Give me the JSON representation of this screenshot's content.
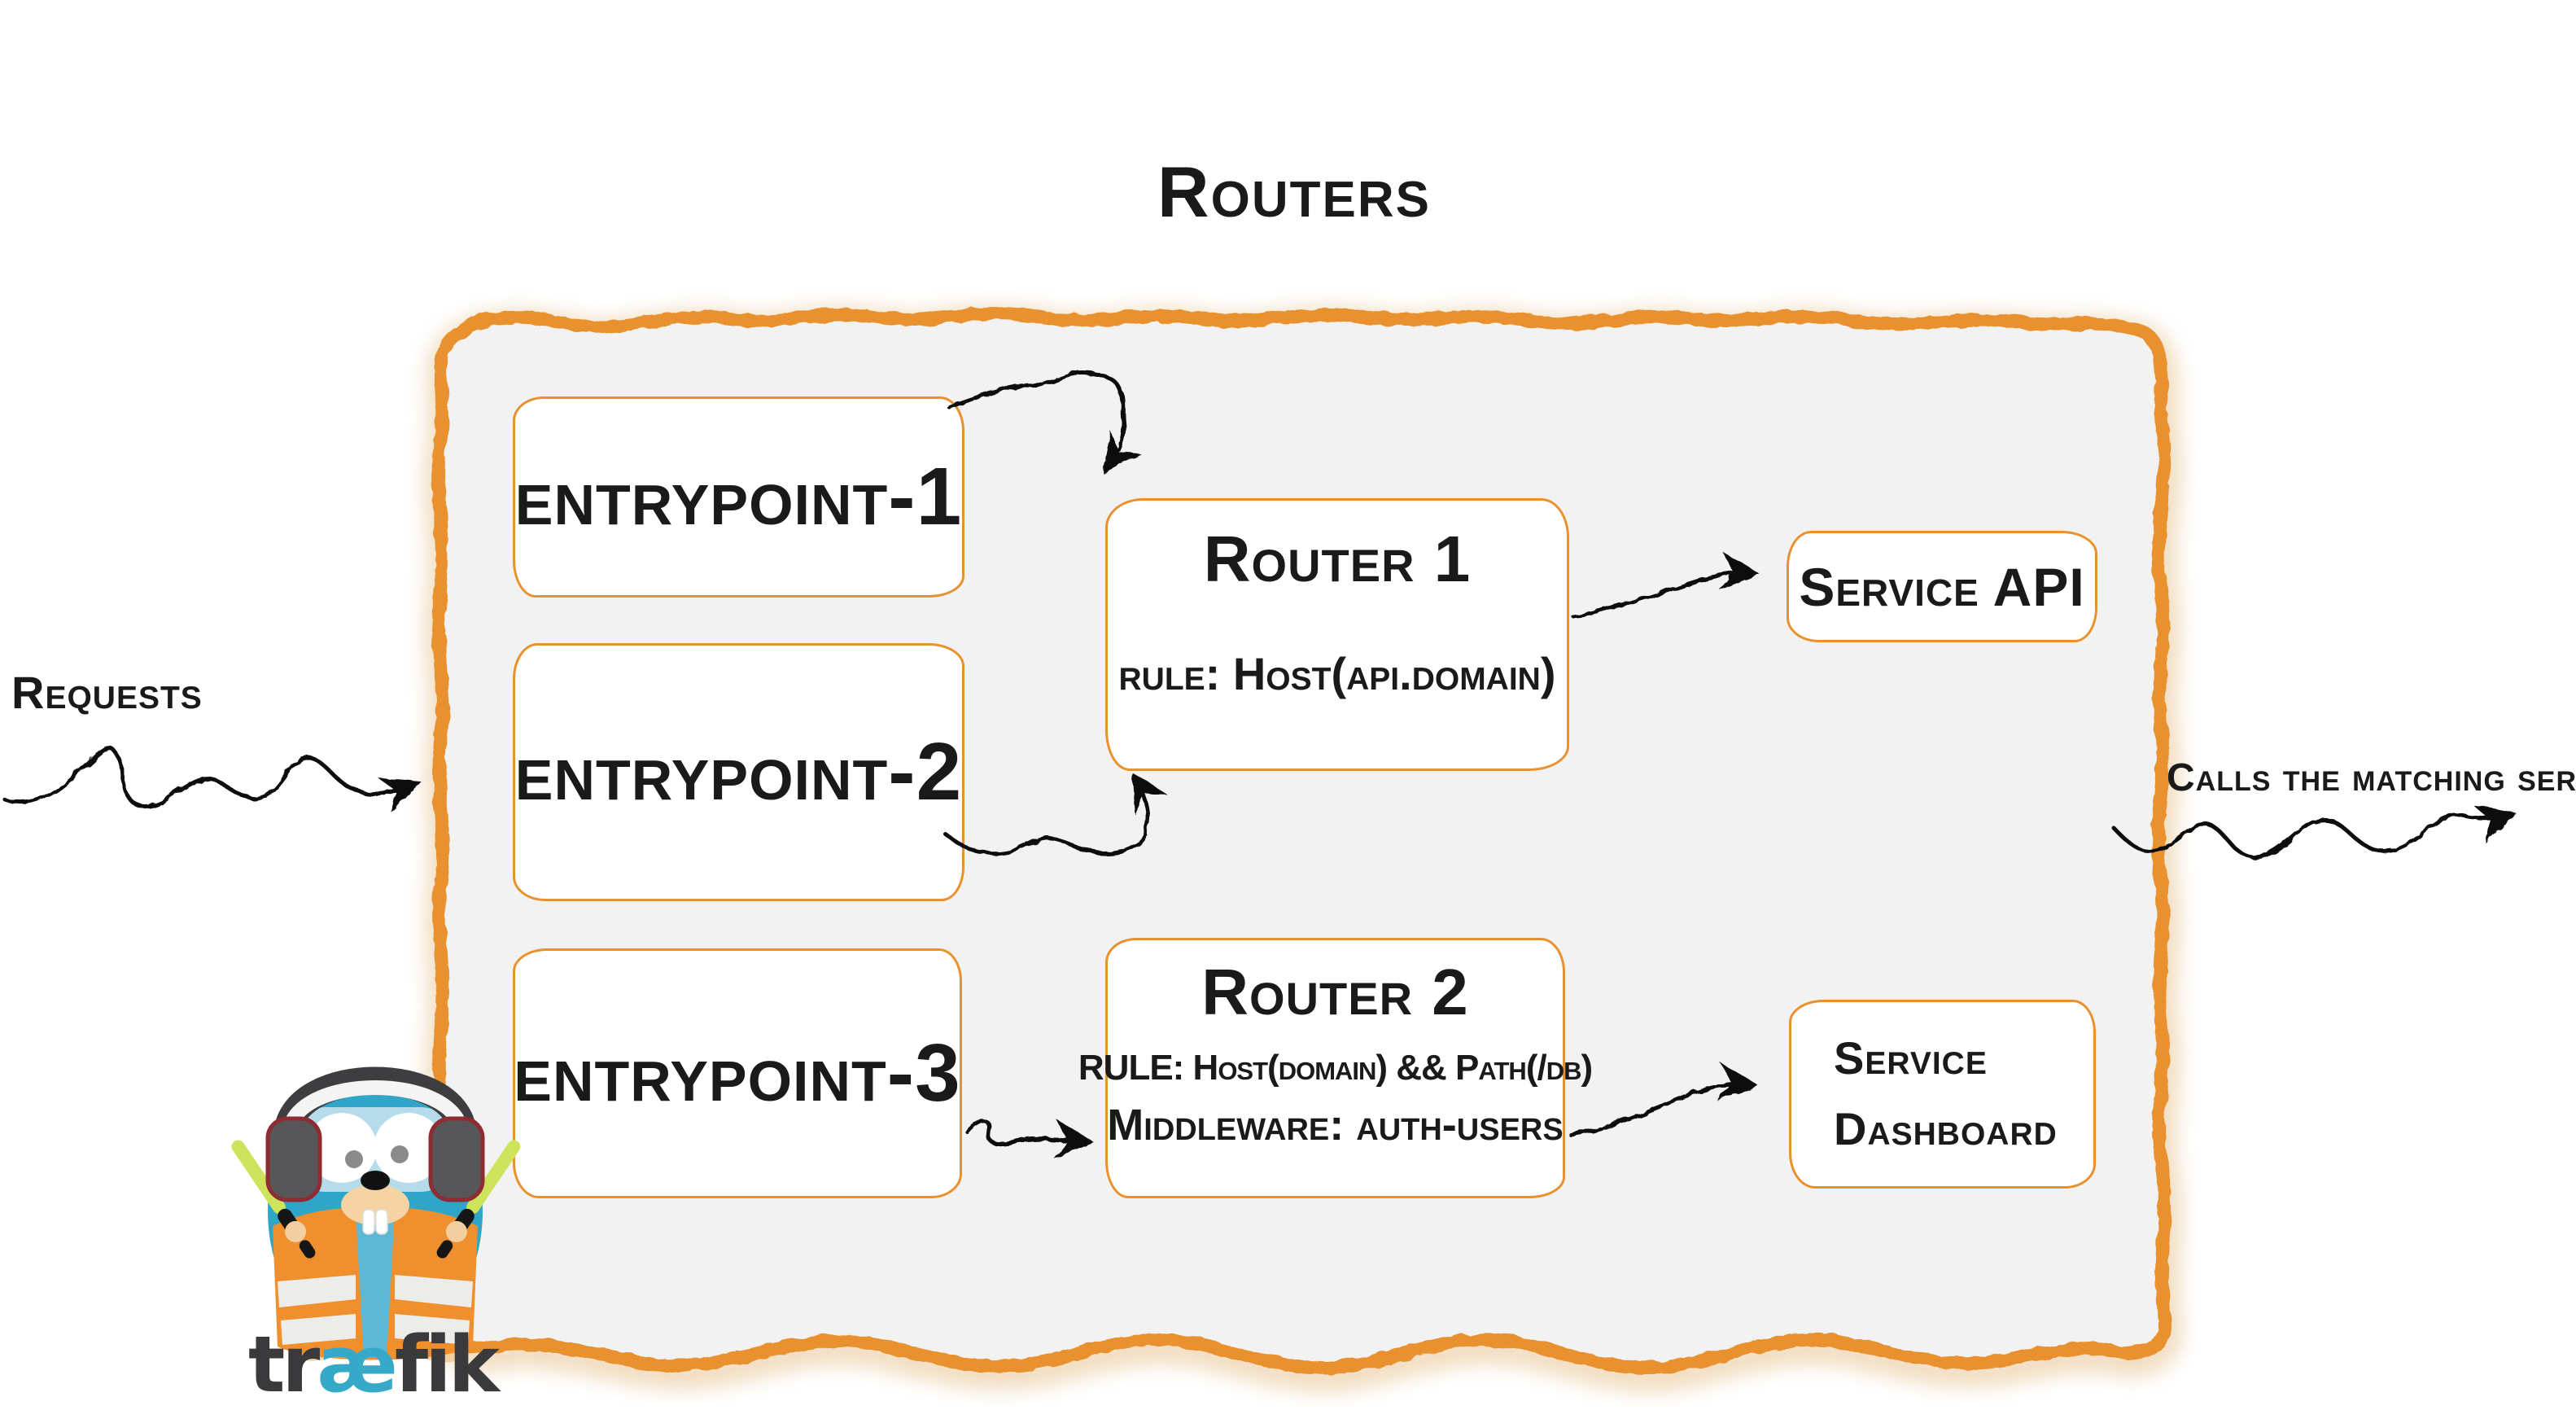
{
  "diagram": {
    "title": "Routers",
    "outside_labels": {
      "requests": "Requests",
      "calls": "Calls the matching server"
    },
    "entrypoints": [
      {
        "label": "entrypoint-1"
      },
      {
        "label": "entrypoint-2"
      },
      {
        "label": "entrypoint-3"
      }
    ],
    "routers": [
      {
        "title": "Router 1",
        "rule": "rule: Host(api.domain)"
      },
      {
        "title": "Router 2",
        "rule": "RULE: Host(domain) && Path(/db)",
        "middleware": "Middleware: auth-users"
      }
    ],
    "services": [
      {
        "label": "Service API"
      },
      {
        "label": "Service Dashboard",
        "lines": [
          "Service",
          "Dashboard"
        ]
      }
    ],
    "logo": {
      "part1": "tr",
      "part2": "æ",
      "part3": "fik"
    },
    "colors": {
      "accent": "#E8912D",
      "container_fill": "#F2F2F2",
      "ink": "#1A1A1A",
      "logo_blue": "#36A9C9",
      "logo_dark": "#3A3A3C",
      "gopher_body": "#2FA5C7",
      "vest_orange": "#EF8F2E",
      "baton_green": "#CDE35C"
    }
  }
}
